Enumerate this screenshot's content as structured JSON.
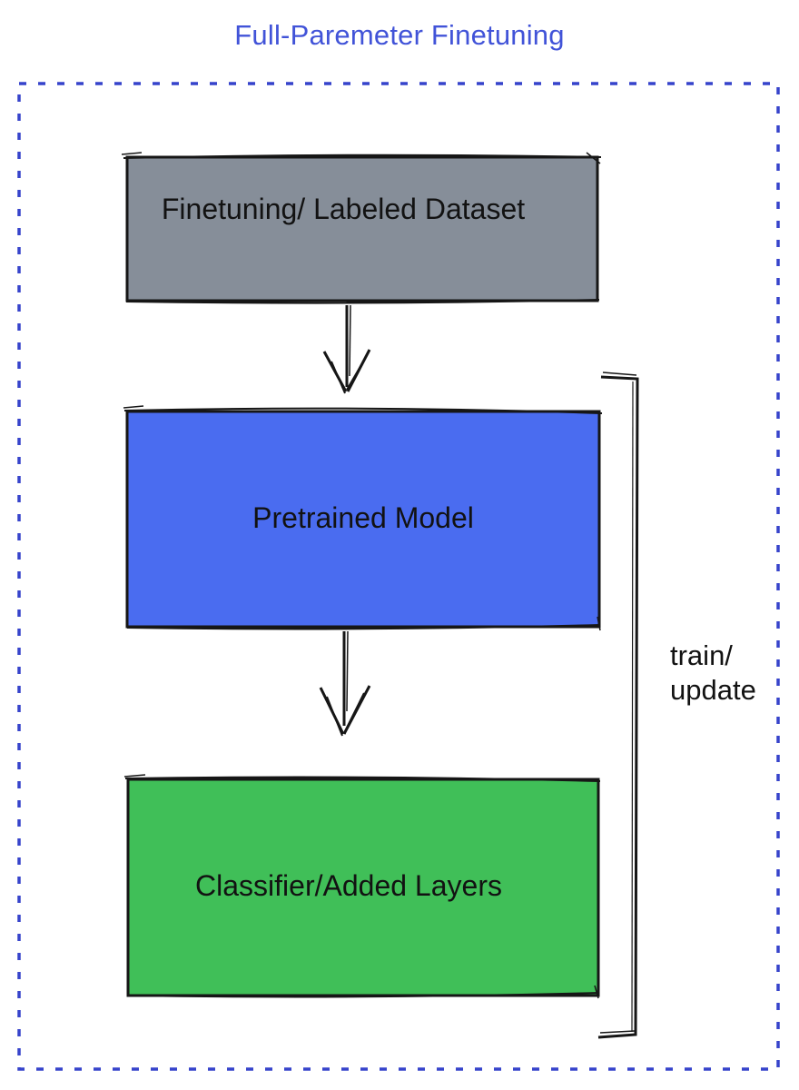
{
  "header": {
    "title": "Full-Paremeter Finetuning",
    "title_color": "#4153d8"
  },
  "container": {
    "border_color": "#3643cb",
    "border_style": "dotted"
  },
  "diagram": {
    "type": "flow-diagram",
    "stroke_color": "#161616",
    "nodes": [
      {
        "id": "finetuning-dataset",
        "label": "Finetuning/ Labeled Dataset",
        "fill": "#868e99"
      },
      {
        "id": "pretrained-model",
        "label": "Pretrained Model",
        "fill": "#4a6cf0"
      },
      {
        "id": "classifier-added-layers",
        "label": "Classifier/Added Layers",
        "fill": "#40bf58"
      }
    ],
    "edges": [
      {
        "from": "finetuning-dataset",
        "to": "pretrained-model",
        "style": "sketchy-arrow-down"
      },
      {
        "from": "pretrained-model",
        "to": "classifier-added-layers",
        "style": "sketchy-arrow-down"
      }
    ],
    "bracket": {
      "label_line1": "train/",
      "label_line2": "update",
      "spans": "pretrained-model + classifier-added-layers"
    }
  }
}
